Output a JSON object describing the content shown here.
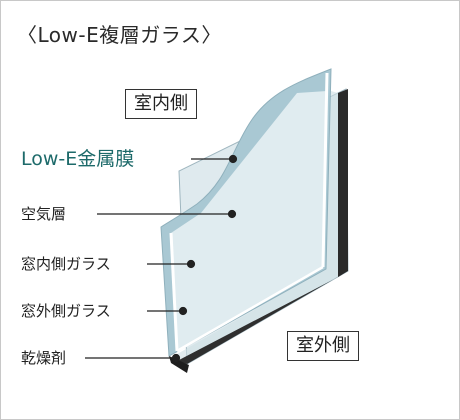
{
  "title": "〈Low-E複層ガラス〉",
  "sides": {
    "indoor": "室内側",
    "outdoor": "室外側"
  },
  "labels": [
    {
      "id": "lowe",
      "text": "Low-E金属膜"
    },
    {
      "id": "air",
      "text": "空気層"
    },
    {
      "id": "inner",
      "text": "窓内側ガラス"
    },
    {
      "id": "outer",
      "text": "窓外側ガラス"
    },
    {
      "id": "desiccant",
      "text": "乾燥剤"
    }
  ],
  "colors": {
    "lowe_text": "#1d6a6a",
    "low_e_coating": "#9fc2cf",
    "glass": "#e4eef2",
    "spacer": "#2a2a2a"
  }
}
